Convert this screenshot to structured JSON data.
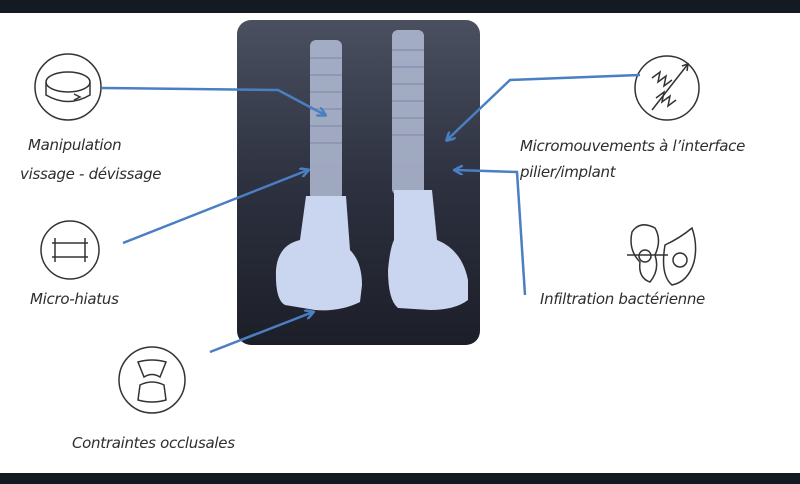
{
  "labels": {
    "manipulation_line1": "Manipulation",
    "manipulation_line2": "vissage - dévissage",
    "micro_hiatus": "Micro-hiatus",
    "contraintes": "Contraintes occlusales",
    "micromouvements_line1": "Micromouvements à l’interface",
    "micromouvements_line2": "pilier/implant",
    "infiltration": "Infiltration bactérienne"
  },
  "colors": {
    "arrow": "#4a7fc2",
    "frame": "#141a21",
    "xray_bg": "#2a2f3c",
    "implant": "#c8d4ef"
  }
}
